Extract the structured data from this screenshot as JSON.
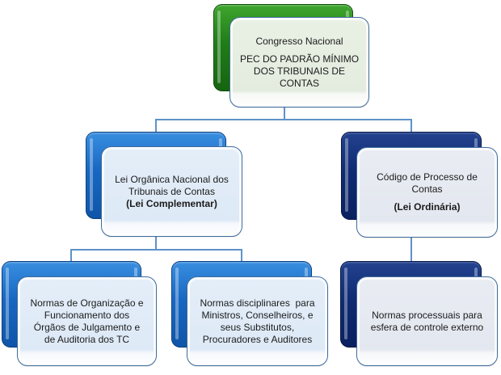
{
  "colors": {
    "green": "#1f7d17",
    "blue": "#1767c2",
    "navy": "#0f2b72",
    "connector": "#5f92c8",
    "box_border": "#3f6c9e"
  },
  "nodes": {
    "congresso": {
      "title": "Congresso Nacional",
      "lines": [
        "PEC DO PADRÃO MÍNIMO",
        "DOS TRIBUNAIS DE",
        "CONTAS"
      ]
    },
    "lei_organica": {
      "lines": [
        "Lei Orgânica Nacional dos",
        "Tribunais de Contas"
      ],
      "type_label": "(Lei Complementar)"
    },
    "codigo_processo": {
      "lines": [
        "Código de Processo de",
        "Contas"
      ],
      "type_label": "(Lei Ordinária)"
    },
    "normas_organizacao": {
      "lines": [
        "Normas de Organização e",
        "Funcionamento dos",
        "Órgãos de Julgamento e",
        "de Auditoria dos TC"
      ]
    },
    "normas_disciplinares": {
      "lines": [
        "Normas disciplinares  para",
        "Ministros, Conselheiros, e",
        "seus Substitutos,",
        "Procuradores e Auditores"
      ]
    },
    "normas_processuais": {
      "lines": [
        "Normas processuais para",
        "esfera de controle externo"
      ]
    }
  }
}
